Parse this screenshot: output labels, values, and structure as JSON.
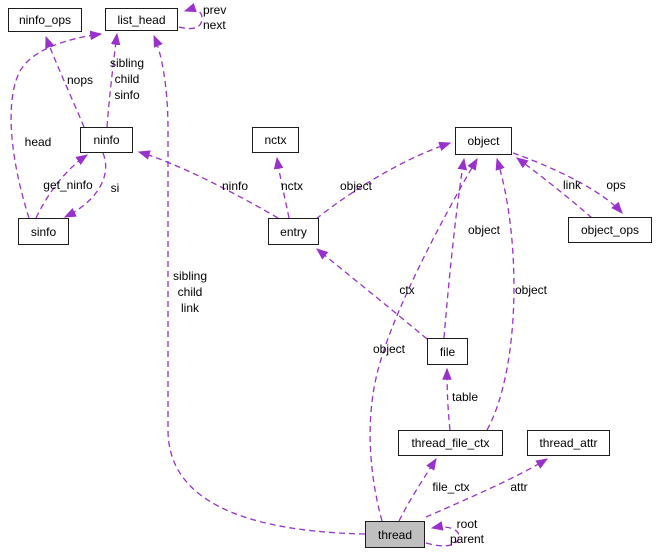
{
  "diagram_type": "collaboration-graph",
  "colors": {
    "edge": "#9932cc",
    "node_border": "#1c1c1c",
    "node_fill": "#ffffff",
    "highlight_fill": "#bfbfbf",
    "background": "#ffffff"
  },
  "nodes": {
    "ninfo_ops": {
      "label": "ninfo_ops"
    },
    "list_head": {
      "label": "list_head"
    },
    "ninfo": {
      "label": "ninfo"
    },
    "sinfo": {
      "label": "sinfo"
    },
    "nctx": {
      "label": "nctx"
    },
    "entry": {
      "label": "entry"
    },
    "object": {
      "label": "object"
    },
    "object_ops": {
      "label": "object_ops"
    },
    "file": {
      "label": "file"
    },
    "thread_file_ctx": {
      "label": "thread_file_ctx"
    },
    "thread_attr": {
      "label": "thread_attr"
    },
    "thread": {
      "label": "thread",
      "highlighted": true
    }
  },
  "edges": [
    {
      "from": "list_head",
      "to": "list_head",
      "label": "prev\nnext"
    },
    {
      "from": "ninfo",
      "to": "ninfo_ops",
      "label": "nops"
    },
    {
      "from": "ninfo",
      "to": "list_head",
      "label": "sibling\nchild\nsinfo"
    },
    {
      "from": "sinfo",
      "to": "list_head",
      "label": "head"
    },
    {
      "from": "sinfo",
      "to": "ninfo",
      "label": "get_ninfo"
    },
    {
      "from": "ninfo",
      "to": "sinfo",
      "label": "si"
    },
    {
      "from": "entry",
      "to": "ninfo",
      "label": "ninfo"
    },
    {
      "from": "entry",
      "to": "nctx",
      "label": "nctx"
    },
    {
      "from": "entry",
      "to": "object",
      "label": "object"
    },
    {
      "from": "object_ops",
      "to": "object",
      "label": "link"
    },
    {
      "from": "object",
      "to": "object_ops",
      "label": "ops"
    },
    {
      "from": "file",
      "to": "entry",
      "label": "ctx"
    },
    {
      "from": "file",
      "to": "object",
      "label": "object"
    },
    {
      "from": "thread_file_ctx",
      "to": "file",
      "label": "table"
    },
    {
      "from": "thread_file_ctx",
      "to": "object",
      "label": "object"
    },
    {
      "from": "thread",
      "to": "object",
      "label": "object"
    },
    {
      "from": "thread",
      "to": "thread_file_ctx",
      "label": "file_ctx"
    },
    {
      "from": "thread",
      "to": "thread_attr",
      "label": "attr"
    },
    {
      "from": "thread",
      "to": "list_head",
      "label": "sibling\nchild\nlink"
    },
    {
      "from": "thread",
      "to": "thread",
      "label": "root\nparent"
    }
  ]
}
